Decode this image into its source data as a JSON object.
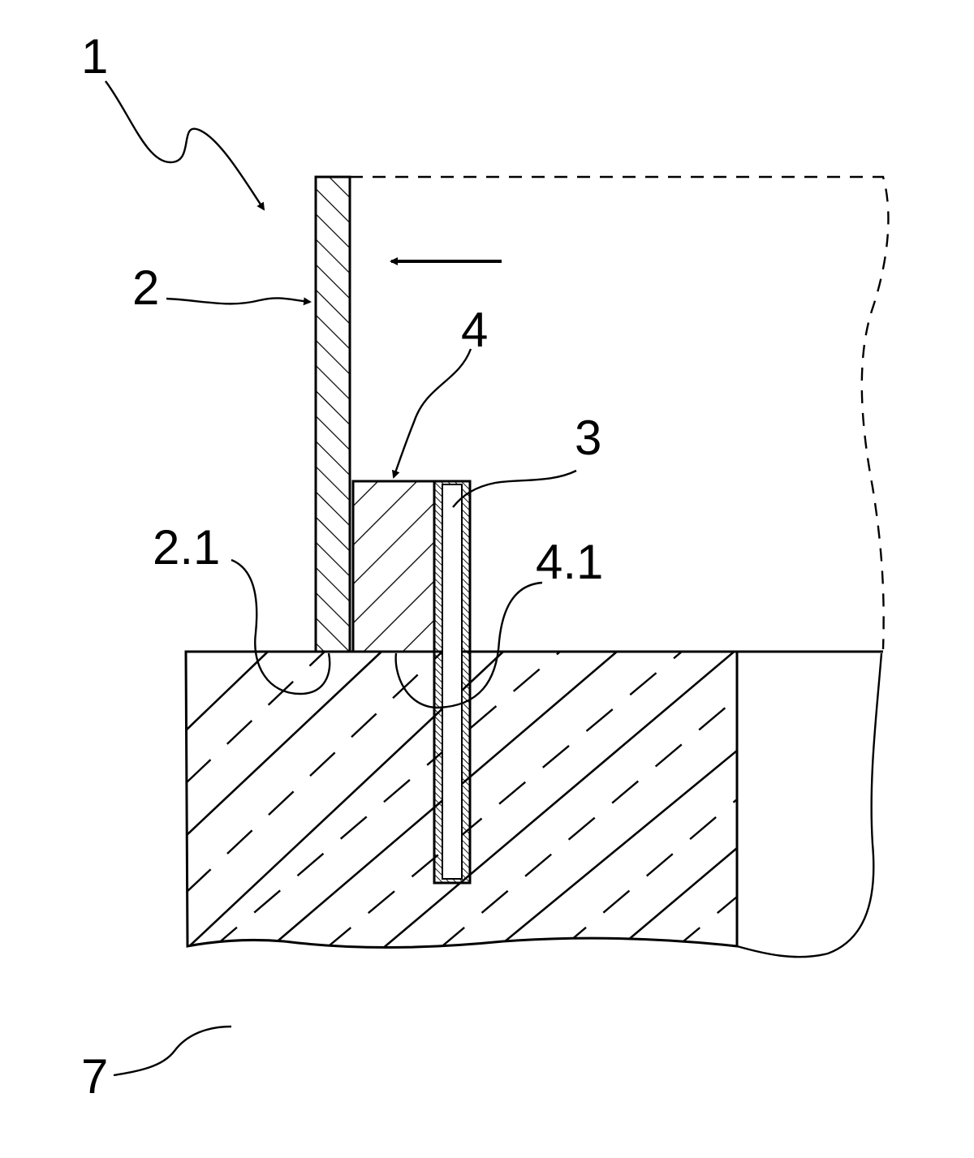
{
  "figure": {
    "colors": {
      "line": "#000000",
      "background": "#ffffff"
    },
    "labels": {
      "part_1": "1",
      "part_2": "2",
      "part_2_1": "2.1",
      "part_3": "3",
      "part_4": "4",
      "part_4_1": "4.1",
      "part_7": "7"
    }
  }
}
